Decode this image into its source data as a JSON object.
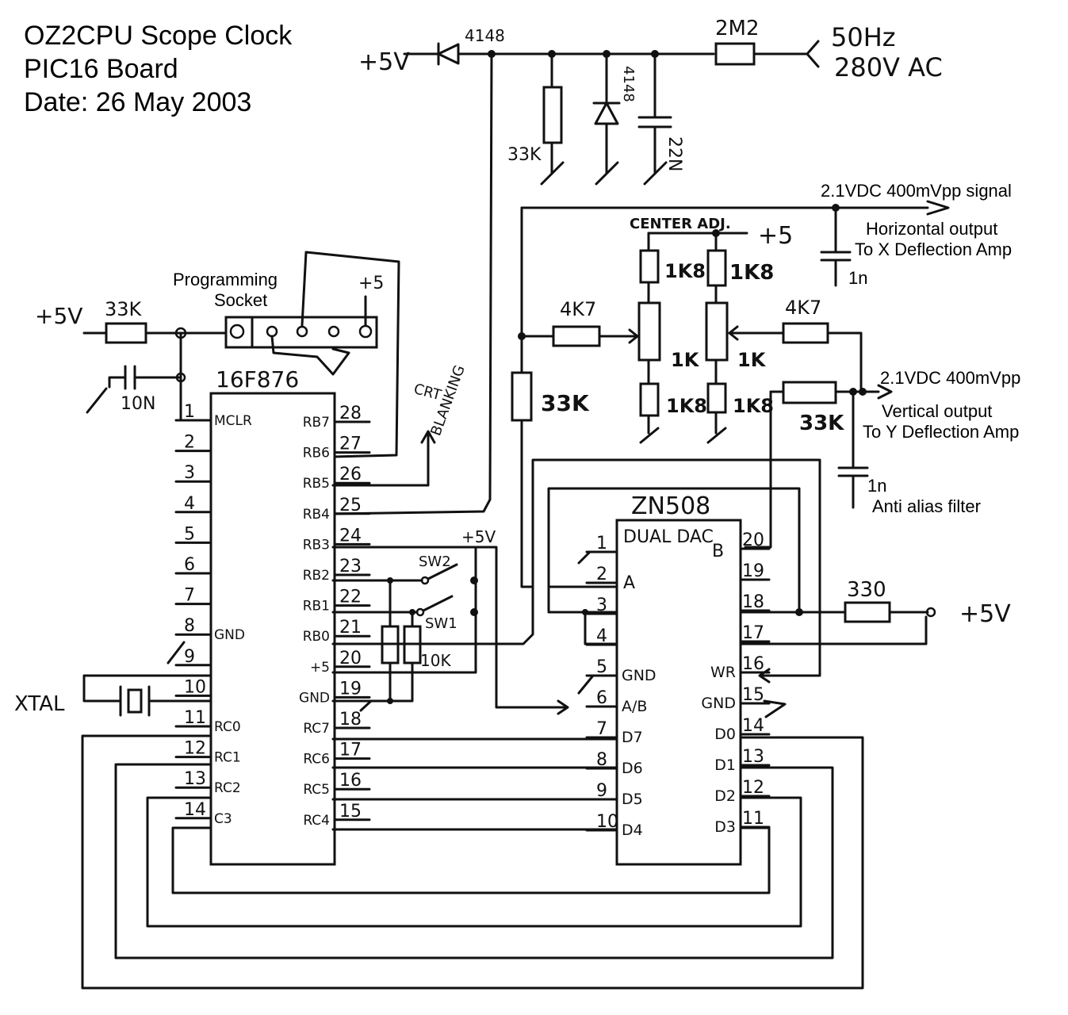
{
  "title": {
    "line1": "OZ2CPU Scope Clock",
    "line2": "PIC16 Board",
    "line3": "Date: 26 May 2003"
  },
  "top": {
    "plus5v": "+5V",
    "diode1": "4148",
    "diode2": "4148",
    "r33k": "33K",
    "cap22n": "22N",
    "r2m2": "2M2",
    "input1": "50Hz",
    "input2": "280V AC"
  },
  "outputs": {
    "h_signal": "2.1VDC 400mVpp signal",
    "h_line1": "Horizontal output",
    "h_line2": "To X Deflection Amp",
    "h_cap": "1n",
    "v_signal": "2.1VDC 400mVpp",
    "v_line1": "Vertical output",
    "v_line2": "To Y Deflection Amp",
    "v_cap": "1n",
    "anti_alias": "Anti alias filter"
  },
  "center": {
    "label": "CENTER ADJ.",
    "plus5": "+5",
    "r1k8_a": "1K8",
    "r1k8_b": "1K8",
    "pot_a": "1K",
    "pot_b": "1K",
    "r1k8_c": "1K8",
    "r1k8_d": "1K8",
    "r4k7_a": "4K7",
    "r4k7_b": "4K7",
    "r33k_a": "33K",
    "r33k_b": "33K"
  },
  "prog": {
    "label1": "Programming",
    "label2": "Socket",
    "plus5": "+5",
    "plus5v": "+5V",
    "r33k": "33K",
    "cap": "10N"
  },
  "pic": {
    "name": "16F876",
    "left_pins": [
      {
        "num": "1",
        "name": "MCLR"
      },
      {
        "num": "2",
        "name": ""
      },
      {
        "num": "3",
        "name": ""
      },
      {
        "num": "4",
        "name": ""
      },
      {
        "num": "5",
        "name": ""
      },
      {
        "num": "6",
        "name": ""
      },
      {
        "num": "7",
        "name": ""
      },
      {
        "num": "8",
        "name": "GND"
      },
      {
        "num": "9",
        "name": ""
      },
      {
        "num": "10",
        "name": ""
      },
      {
        "num": "11",
        "name": "RC0"
      },
      {
        "num": "12",
        "name": "RC1"
      },
      {
        "num": "13",
        "name": "RC2"
      },
      {
        "num": "14",
        "name": "C3"
      }
    ],
    "right_pins": [
      {
        "num": "28",
        "name": "RB7"
      },
      {
        "num": "27",
        "name": "RB6"
      },
      {
        "num": "26",
        "name": "RB5"
      },
      {
        "num": "25",
        "name": "RB4"
      },
      {
        "num": "24",
        "name": "RB3"
      },
      {
        "num": "23",
        "name": "RB2"
      },
      {
        "num": "22",
        "name": "RB1"
      },
      {
        "num": "21",
        "name": "RB0"
      },
      {
        "num": "20",
        "name": "+5"
      },
      {
        "num": "19",
        "name": "GND"
      },
      {
        "num": "18",
        "name": "RC7"
      },
      {
        "num": "17",
        "name": "RC6"
      },
      {
        "num": "16",
        "name": "RC5"
      },
      {
        "num": "15",
        "name": "RC4"
      }
    ]
  },
  "misc": {
    "xtal": "XTAL",
    "crt1": "CRT",
    "crt2": "BLANKING",
    "sw1": "SW1",
    "sw2": "SW2",
    "r10k": "10K",
    "plus5v_sw": "+5V",
    "r330": "330",
    "plus5v_right": "+5V"
  },
  "dac": {
    "name": "ZN508",
    "sub": "DUAL DAC",
    "a": "A",
    "b": "B",
    "left_pins": [
      {
        "num": "1",
        "name": ""
      },
      {
        "num": "2",
        "name": ""
      },
      {
        "num": "3",
        "name": ""
      },
      {
        "num": "4",
        "name": ""
      },
      {
        "num": "5",
        "name": "GND"
      },
      {
        "num": "6",
        "name": "A/B"
      },
      {
        "num": "7",
        "name": "D7"
      },
      {
        "num": "8",
        "name": "D6"
      },
      {
        "num": "9",
        "name": "D5"
      },
      {
        "num": "10",
        "name": "D4"
      }
    ],
    "right_pins": [
      {
        "num": "20",
        "name": ""
      },
      {
        "num": "19",
        "name": ""
      },
      {
        "num": "18",
        "name": ""
      },
      {
        "num": "17",
        "name": ""
      },
      {
        "num": "16",
        "name": "WR"
      },
      {
        "num": "15",
        "name": "GND"
      },
      {
        "num": "14",
        "name": "D0"
      },
      {
        "num": "13",
        "name": "D1"
      },
      {
        "num": "12",
        "name": "D2"
      },
      {
        "num": "11",
        "name": "D3"
      }
    ]
  }
}
